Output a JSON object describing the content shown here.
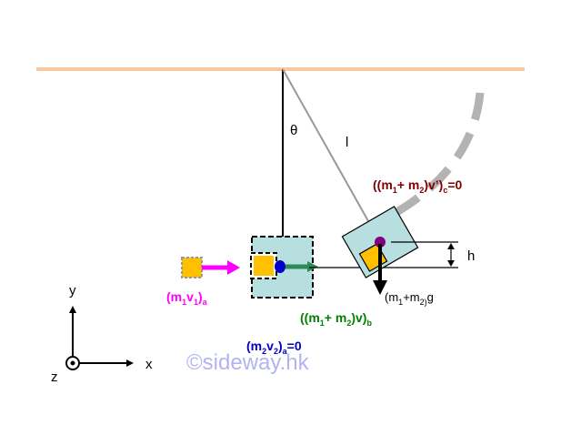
{
  "colors": {
    "ceiling": "#f9c99a",
    "string": "#999999",
    "block": "#b8dfe0",
    "bullet": "#ffc000",
    "magenta": "#ff00ff",
    "green": "#2e8b57",
    "dark_red": "#800000",
    "blue": "#0000cc",
    "pivot": "#7f007f",
    "watermark": "#9999ee"
  },
  "labels": {
    "theta": "θ",
    "length": "l",
    "h": "h",
    "weight": {
      "p1": "(m",
      "s1": "1",
      "p2": "+m",
      "s2": "2)",
      "p3": "g"
    },
    "initial_bullet": {
      "p1": "(m",
      "s1": "1",
      "p2": "v",
      "s2": "1",
      "p3": ")",
      "s3": "a"
    },
    "after_impact": {
      "p1": "((m",
      "s1": "1",
      "p2": "+ m",
      "s2": "2",
      "p3": ")v)",
      "s3": "b"
    },
    "top_position": {
      "p1": "((m",
      "s1": "1",
      "p2": "+ m",
      "s2": "2",
      "p3": ")v’)",
      "s3": "c",
      "p4": "=0"
    },
    "block_initial": {
      "p1": "(m",
      "s1": "2",
      "p2": "v",
      "s2": "2",
      "p3": ")",
      "s3": "a",
      "p4": "=0"
    },
    "axis_x": "x",
    "axis_y": "y",
    "axis_z": "z",
    "watermark": "©sideway.hk"
  }
}
